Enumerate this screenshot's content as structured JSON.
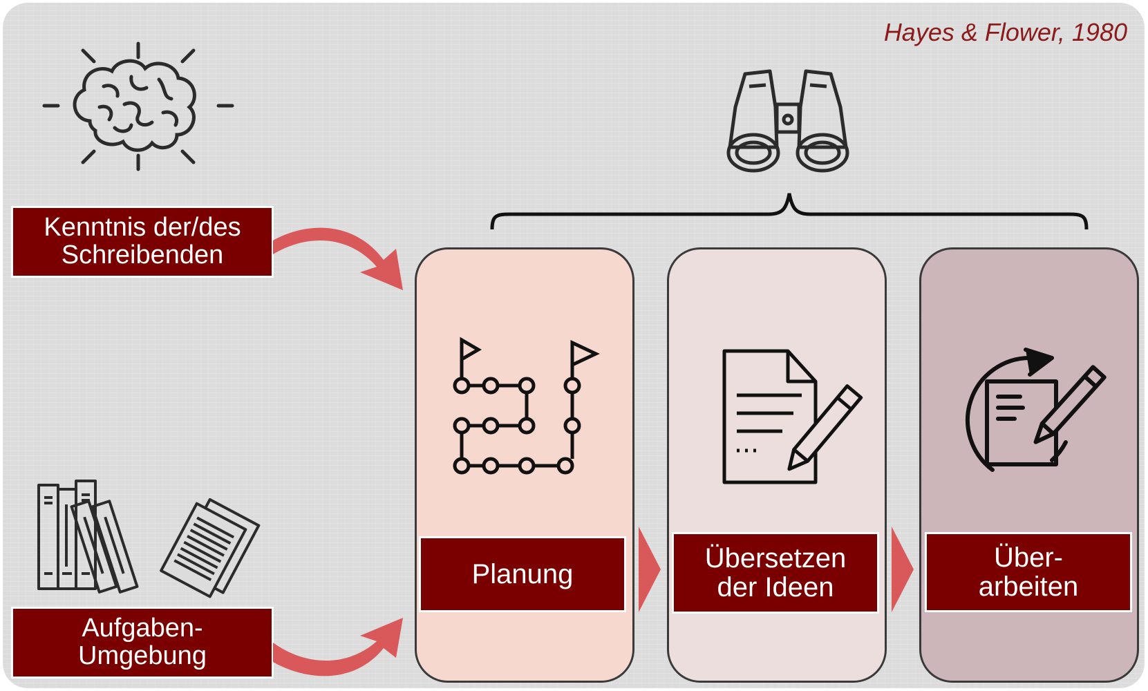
{
  "citation": "Hayes & Flower, 1980",
  "inputs": [
    {
      "label": "Kenntnis der/des\nSchreibenden",
      "icon": "brain-icon"
    },
    {
      "label": "Aufgaben-\nUmgebung",
      "icon": "books-documents-icon"
    }
  ],
  "overview_icon": "binoculars-icon",
  "stages": [
    {
      "label": "Planung",
      "icon": "path-plan-icon",
      "color": "#f6d8cf"
    },
    {
      "label": "Übersetzen\nder Ideen",
      "icon": "document-pencil-icon",
      "color": "#ebdedd"
    },
    {
      "label": "Über-\narbeiten",
      "icon": "revise-cycle-icon",
      "color": "#cdb6b9"
    }
  ],
  "colors": {
    "label_fill": "#7a0000",
    "arrow": "#d9595b",
    "citation": "#8b1a1a",
    "outline": "#2b2b2b"
  }
}
